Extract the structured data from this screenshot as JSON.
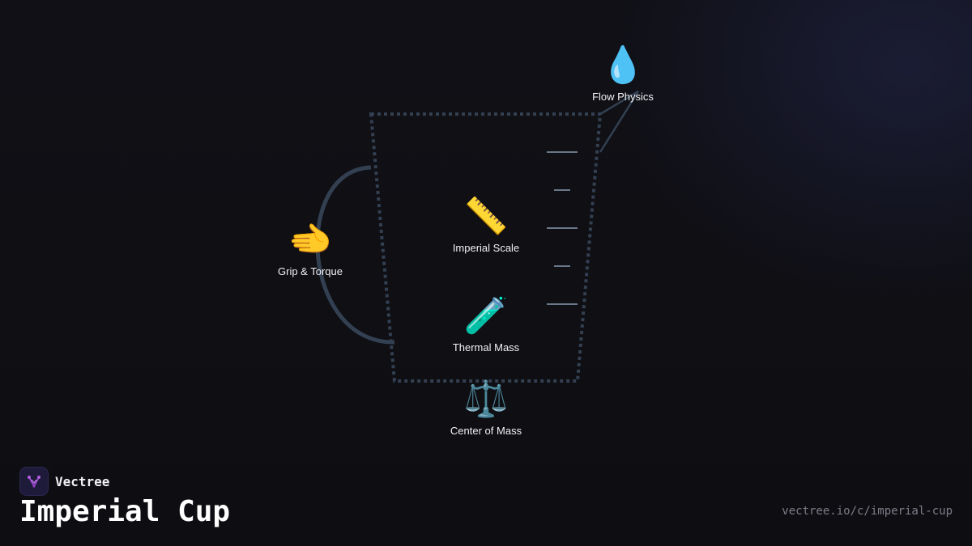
{
  "brand": {
    "name": "Vectree",
    "logo_icon": "vectree-logo-icon",
    "logo_color": "#a24fd6"
  },
  "page": {
    "title": "Imperial Cup",
    "url": "vectree.io/c/imperial-cup"
  },
  "diagram": {
    "outline_color": "#334052",
    "nodes": [
      {
        "id": "flow-physics",
        "emoji": "💧",
        "icon": "water-drop-icon",
        "label": "Flow Physics"
      },
      {
        "id": "grip-torque",
        "emoji": "🫲",
        "icon": "hand-icon",
        "label": "Grip & Torque"
      },
      {
        "id": "imperial-scale",
        "emoji": "📏",
        "icon": "ruler-icon",
        "label": "Imperial Scale"
      },
      {
        "id": "thermal-mass",
        "emoji": "🧪",
        "icon": "test-tube-icon",
        "label": "Thermal Mass"
      },
      {
        "id": "center-of-mass",
        "emoji": "⚖️",
        "icon": "balance-scale-icon",
        "label": "Center of Mass"
      }
    ]
  }
}
